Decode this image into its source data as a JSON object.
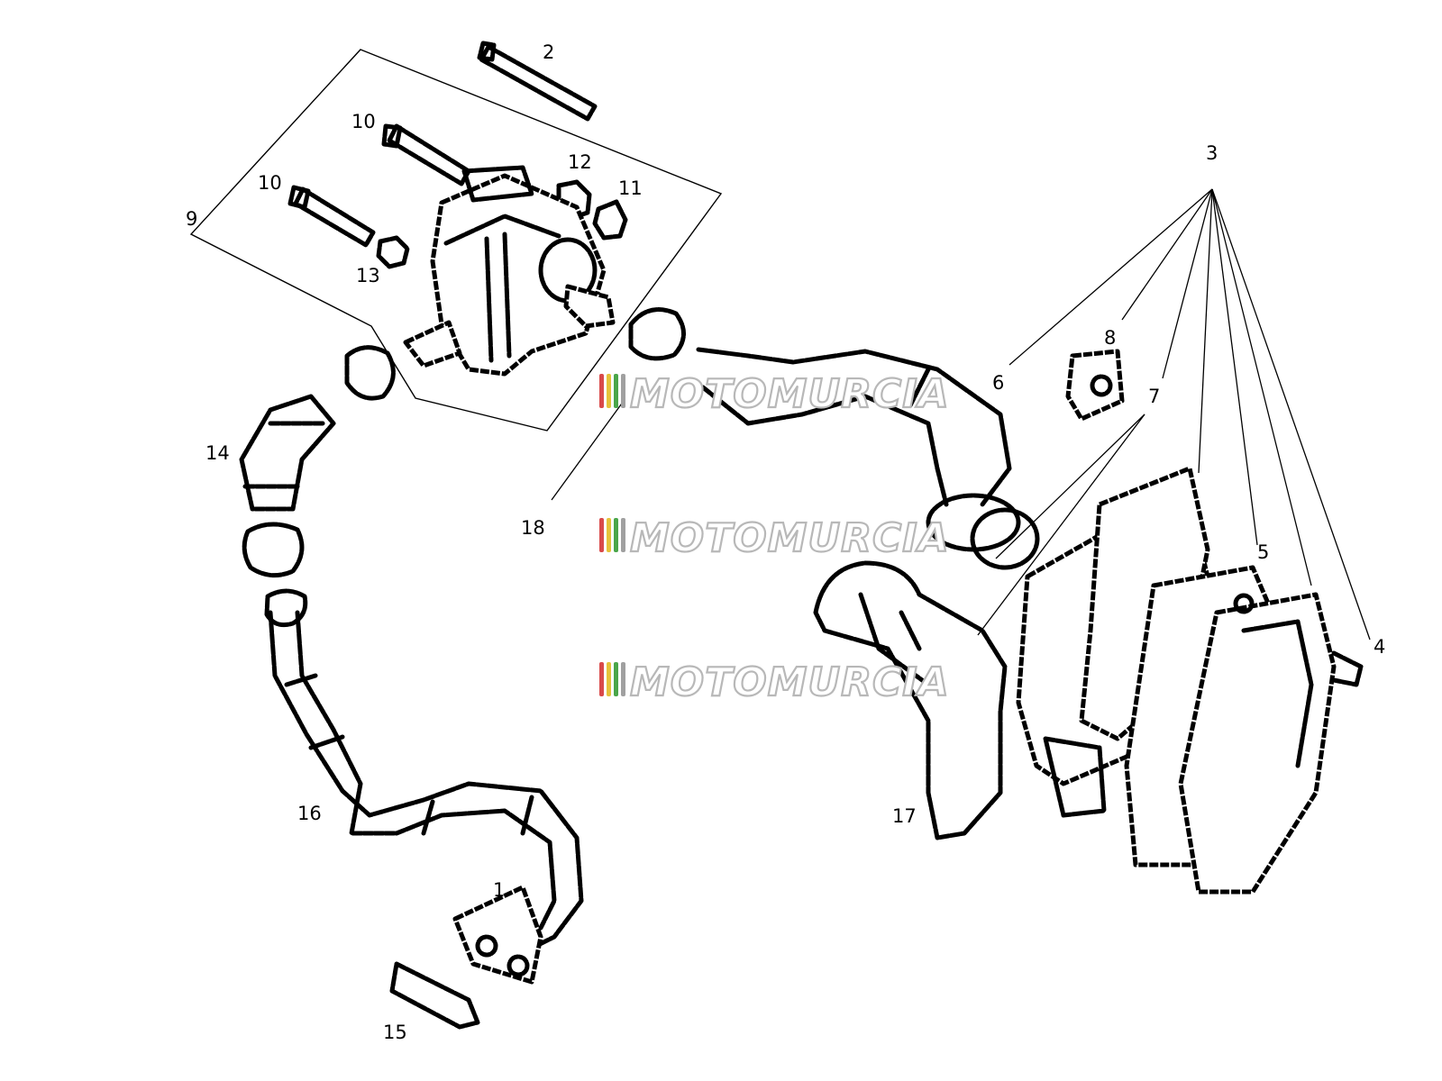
{
  "callouts": {
    "c1": "1",
    "c2": "2",
    "c3": "3",
    "c4": "4",
    "c5": "5",
    "c6": "6",
    "c7": "7",
    "c8": "8",
    "c9": "9",
    "c10a": "10",
    "c10b": "10",
    "c11": "11",
    "c12": "12",
    "c13": "13",
    "c14": "14",
    "c15": "15",
    "c16": "16",
    "c17": "17",
    "c18": "18"
  },
  "watermark": {
    "text": "MOTOMURCIA",
    "stripe_colors": [
      "#d94a4a",
      "#e6c23a",
      "#4aa64a",
      "#a0a0a0"
    ]
  }
}
